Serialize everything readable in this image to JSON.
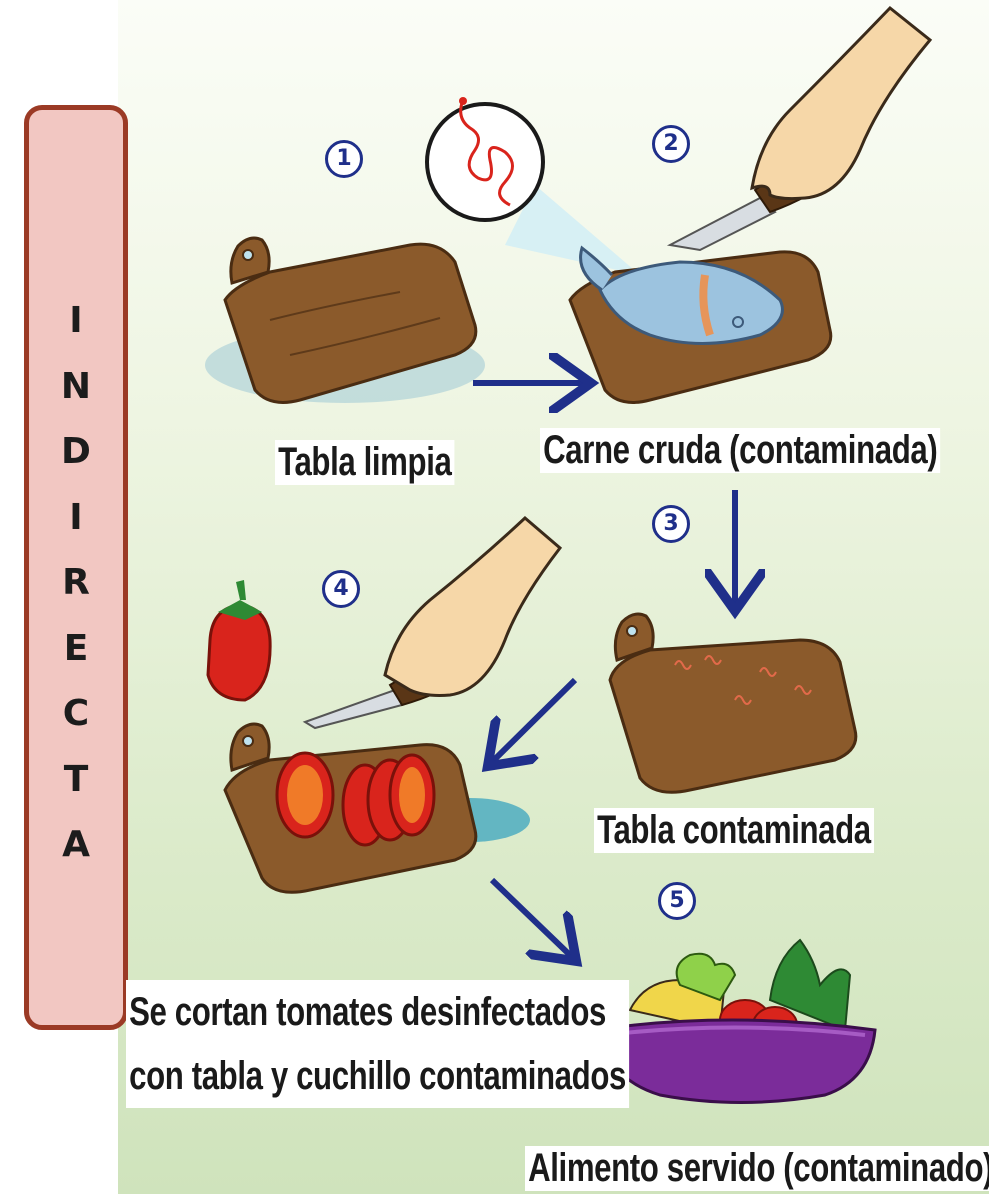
{
  "side_tab": {
    "letters": [
      "I",
      "N",
      "D",
      "I",
      "R",
      "E",
      "C",
      "T",
      "A"
    ],
    "fill": "#f2c7c2",
    "border": "#9b3a25"
  },
  "steps": [
    {
      "number": "1",
      "caption": "Tabla limpia"
    },
    {
      "number": "2",
      "caption": "Carne cruda (contaminada)"
    },
    {
      "number": "3",
      "caption": "Tabla contaminada"
    },
    {
      "number": "4",
      "caption": "Se cortan tomates desinfectados\ncon tabla y cuchillo contaminados"
    },
    {
      "number": "5",
      "caption": "Alimento servido (contaminado)"
    }
  ],
  "colors": {
    "board": "#8b5a2b",
    "arrow": "#1f2f8a",
    "tomato": "#d9241c",
    "bowl": "#7b2c9a",
    "background": "#dcebcb"
  }
}
